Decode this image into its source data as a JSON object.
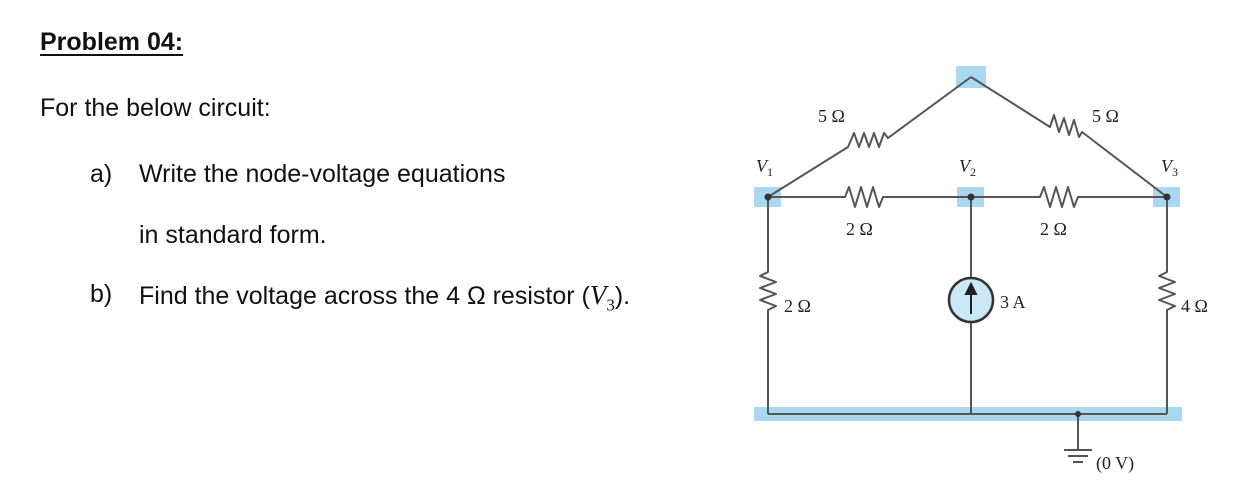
{
  "problem": {
    "title": "Problem 04:",
    "intro": "For the below circuit:",
    "items": [
      {
        "letter": "a)",
        "line1": "Write the node-voltage equations",
        "line2": "in standard form."
      },
      {
        "letter": "b)",
        "text_prefix": "Find the voltage across the 4 Ω resistor (",
        "var_symbol": "V",
        "var_sub": "3",
        "text_suffix": ")."
      }
    ]
  },
  "circuit": {
    "nodes": [
      {
        "symbol": "V",
        "sub": "1"
      },
      {
        "symbol": "V",
        "sub": "2"
      },
      {
        "symbol": "V",
        "sub": "3"
      }
    ],
    "resistors": {
      "top_left": "5 Ω",
      "top_right": "5 Ω",
      "mid_left": "2 Ω",
      "mid_right": "2 Ω",
      "left_vertical": "2 Ω",
      "right_vertical": "4 Ω"
    },
    "source": "3 A",
    "ground": "(0 V)",
    "colors": {
      "wire": "#555555",
      "highlight": "#a9d8f0",
      "source_fill": "#cbe8f6"
    }
  }
}
